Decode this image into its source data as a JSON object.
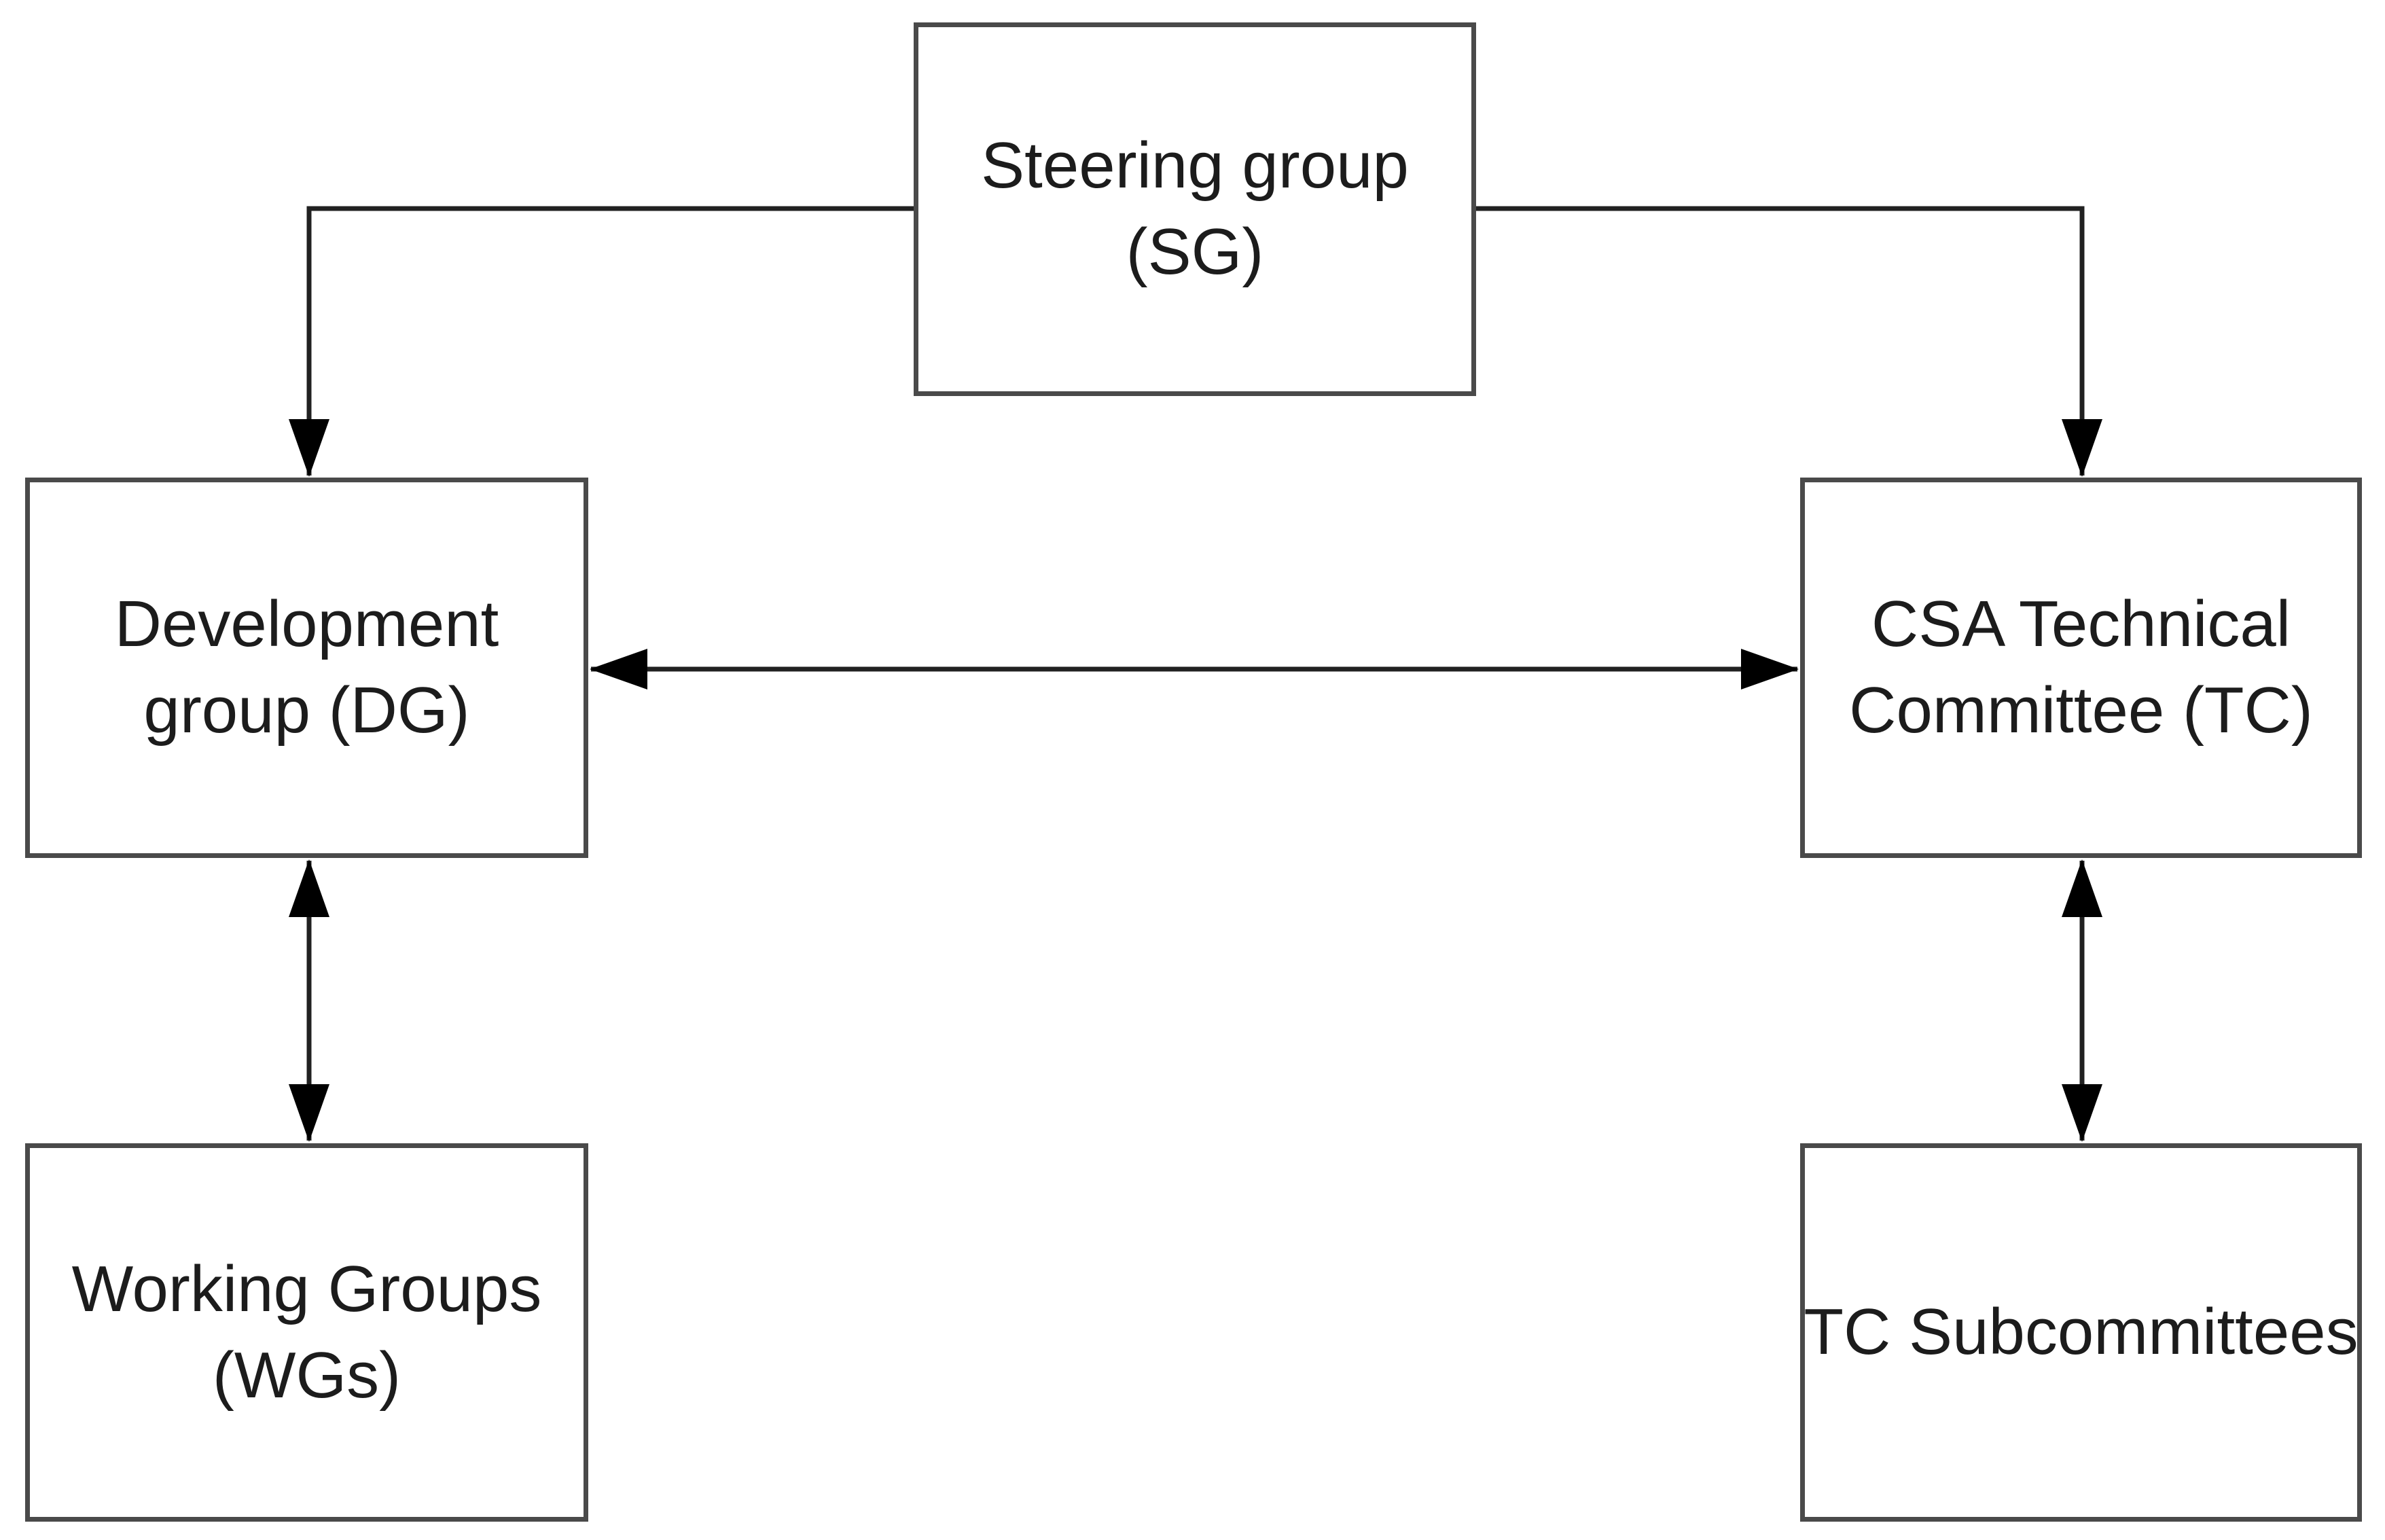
{
  "diagram": {
    "type": "organization-flowchart",
    "nodes": {
      "sg": {
        "id": "SG",
        "lines": [
          "Steering group",
          "(SG)"
        ]
      },
      "dg": {
        "id": "DG",
        "lines": [
          "Development",
          "group (DG)"
        ]
      },
      "tc": {
        "id": "TC",
        "lines": [
          "CSA Technical",
          "Committee (TC)"
        ]
      },
      "wg": {
        "id": "WGs",
        "lines": [
          "Working Groups",
          "(WGs)"
        ]
      },
      "tcs": {
        "id": "TC-Sub",
        "lines": [
          "TC Subcommittees"
        ]
      }
    },
    "edges": [
      {
        "from": "SG",
        "to": "DG",
        "type": "directed"
      },
      {
        "from": "SG",
        "to": "TC",
        "type": "directed"
      },
      {
        "from": "DG",
        "to": "TC",
        "type": "bidirectional"
      },
      {
        "from": "DG",
        "to": "WGs",
        "type": "bidirectional"
      },
      {
        "from": "TC",
        "to": "TC-Sub",
        "type": "bidirectional"
      }
    ],
    "colors": {
      "background": "#ffffff",
      "box_fill": "#ffffff",
      "box_border": "#4a4a4a",
      "connector": "#212121",
      "arrowhead": "#000000",
      "text": "#1c1c1c"
    }
  }
}
